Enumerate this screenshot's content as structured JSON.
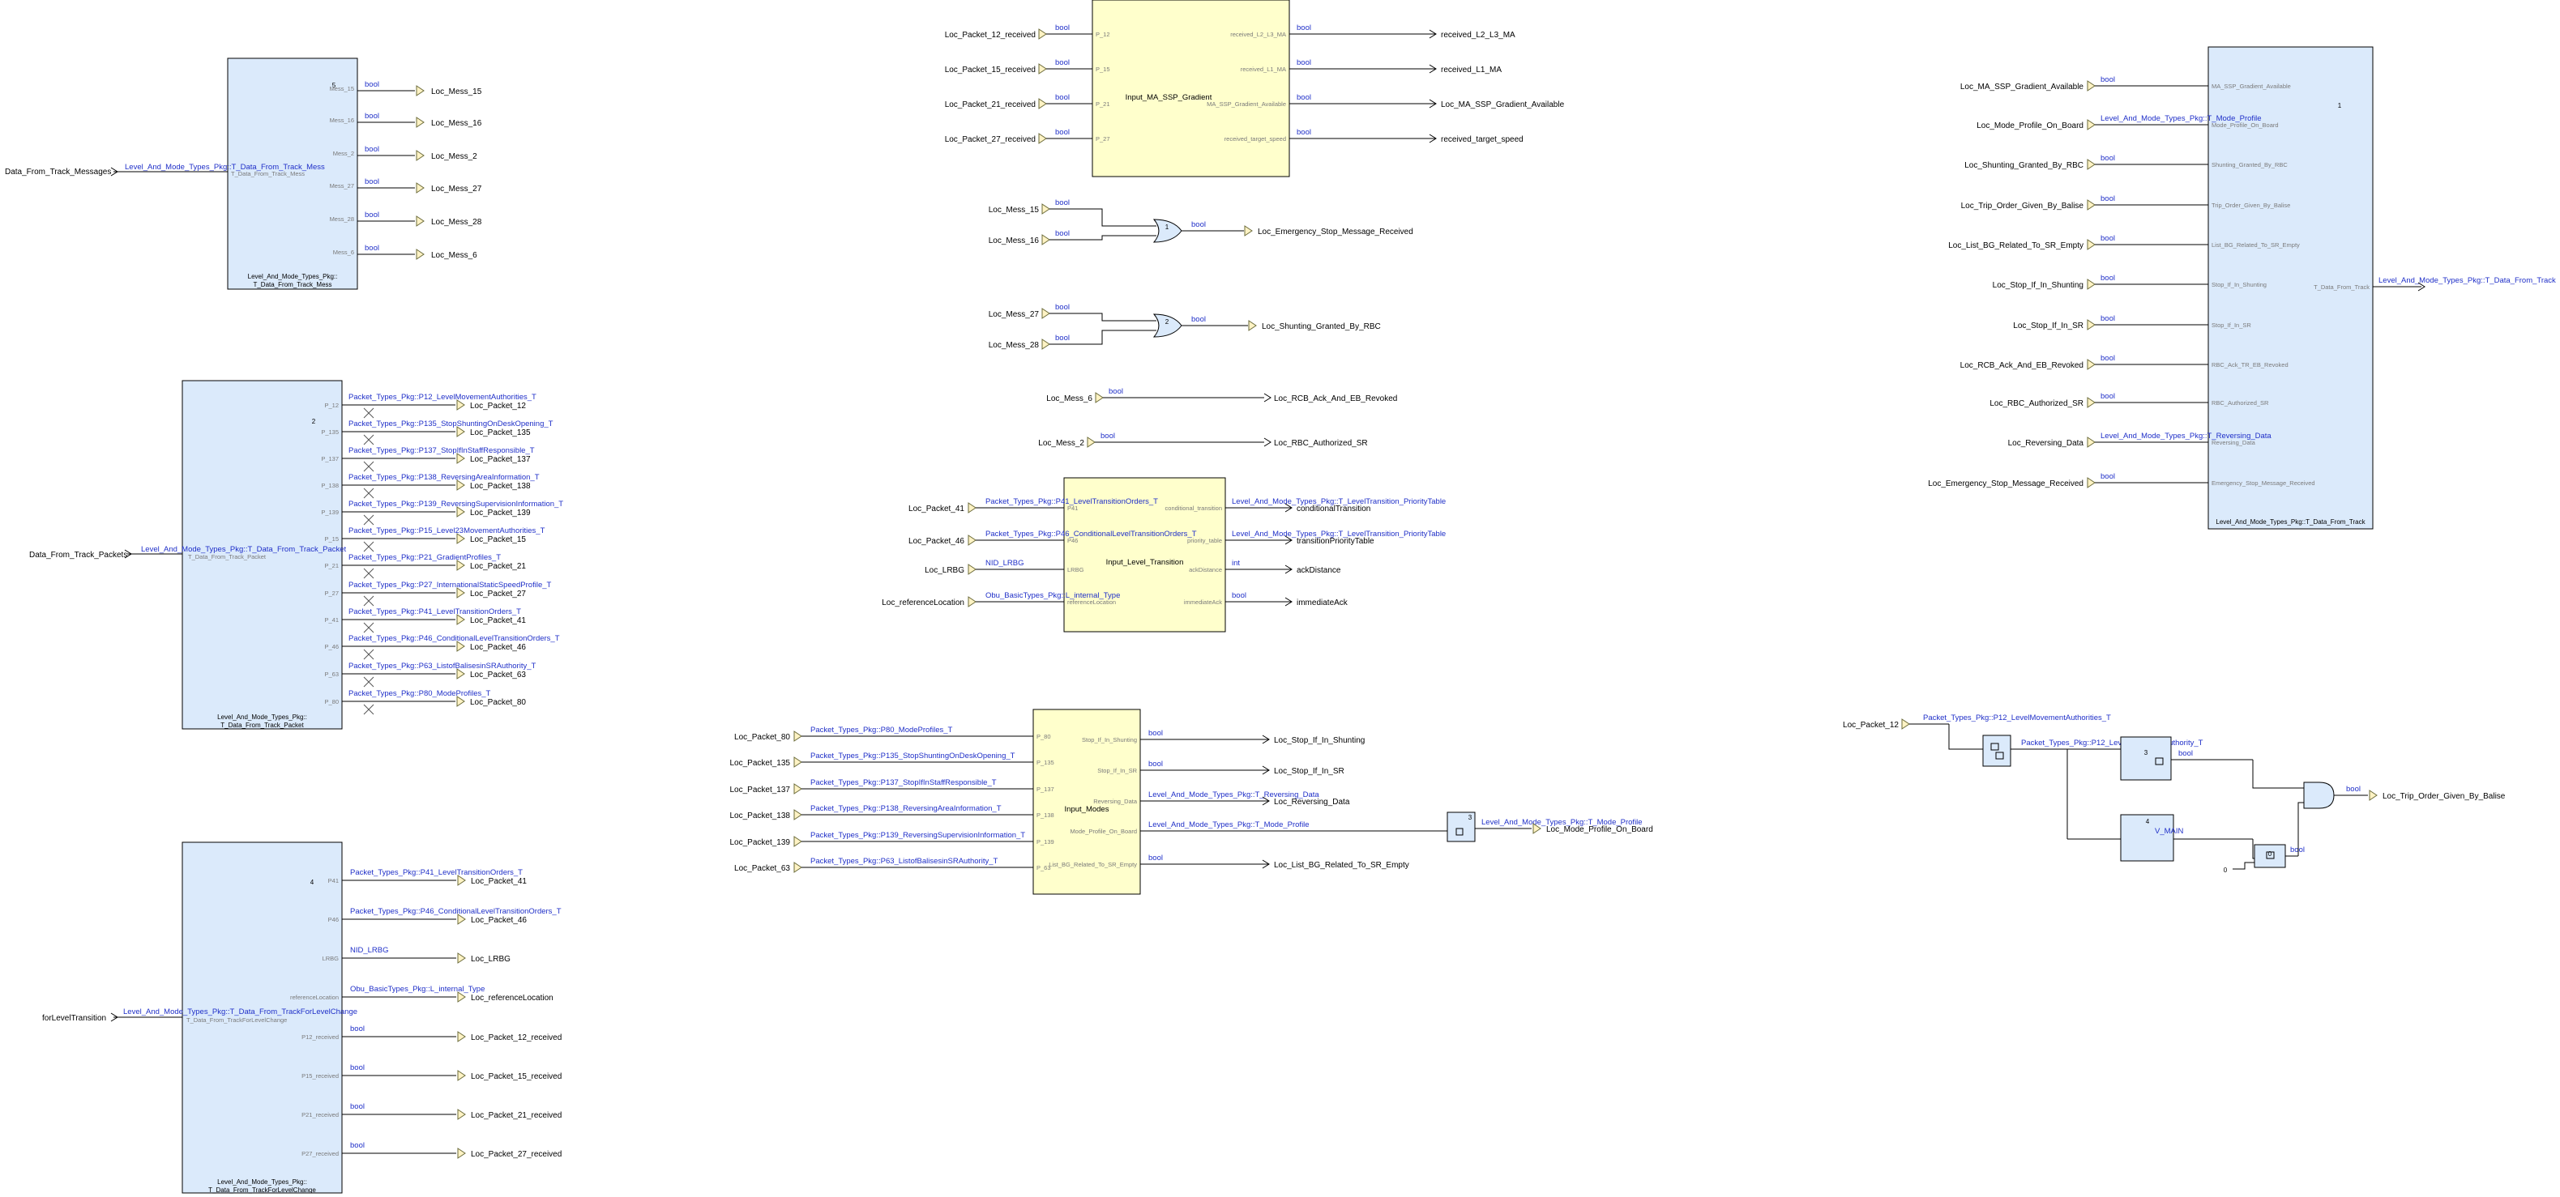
{
  "diagram": {
    "bus1": {
      "input": "Data_From_Track_Messages",
      "input_type": "Level_And_Mode_Types_Pkg::T_Data_From_Track_Mess",
      "input_port": "T_Data_From_Track_Mess",
      "block_id": "5",
      "caption_1": "Level_And_Mode_Types_Pkg::",
      "caption_2": "T_Data_From_Track_Mess",
      "outputs": [
        {
          "port": "Mess_15",
          "type": "bool",
          "target": "Loc_Mess_15"
        },
        {
          "port": "Mess_16",
          "type": "bool",
          "target": "Loc_Mess_16"
        },
        {
          "port": "Mess_2",
          "type": "bool",
          "target": "Loc_Mess_2"
        },
        {
          "port": "Mess_27",
          "type": "bool",
          "target": "Loc_Mess_27"
        },
        {
          "port": "Mess_28",
          "type": "bool",
          "target": "Loc_Mess_28"
        },
        {
          "port": "Mess_6",
          "type": "bool",
          "target": "Loc_Mess_6"
        }
      ]
    },
    "bus2": {
      "input": "Data_From_Track_Packets",
      "input_type": "Level_And_Mode_Types_Pkg::T_Data_From_Track_Packet",
      "input_port": "T_Data_From_Track_Packet",
      "block_id": "2",
      "caption_1": "Level_And_Mode_Types_Pkg::",
      "caption_2": "T_Data_From_Track_Packet",
      "outputs": [
        {
          "port": "P_12",
          "type": "Packet_Types_Pkg::P12_LevelMovementAuthorities_T",
          "target": "Loc_Packet_12"
        },
        {
          "port": "P_135",
          "type": "Packet_Types_Pkg::P135_StopShuntingOnDeskOpening_T",
          "target": "Loc_Packet_135"
        },
        {
          "port": "P_137",
          "type": "Packet_Types_Pkg::P137_StopIfInStaffResponsible_T",
          "target": "Loc_Packet_137"
        },
        {
          "port": "P_138",
          "type": "Packet_Types_Pkg::P138_ReversingAreaInformation_T",
          "target": "Loc_Packet_138"
        },
        {
          "port": "P_139",
          "type": "Packet_Types_Pkg::P139_ReversingSupervisionInformation_T",
          "target": "Loc_Packet_139"
        },
        {
          "port": "P_15",
          "type": "Packet_Types_Pkg::P15_Level23MovementAuthorities_T",
          "target": "Loc_Packet_15"
        },
        {
          "port": "P_21",
          "type": "Packet_Types_Pkg::P21_GradientProfiles_T",
          "target": "Loc_Packet_21"
        },
        {
          "port": "P_27",
          "type": "Packet_Types_Pkg::P27_InternationalStaticSpeedProfile_T",
          "target": "Loc_Packet_27"
        },
        {
          "port": "P_41",
          "type": "Packet_Types_Pkg::P41_LevelTransitionOrders_T",
          "target": "Loc_Packet_41"
        },
        {
          "port": "P_46",
          "type": "Packet_Types_Pkg::P46_ConditionalLevelTransitionOrders_T",
          "target": "Loc_Packet_46"
        },
        {
          "port": "P_63",
          "type": "Packet_Types_Pkg::P63_ListofBalisesinSRAuthority_T",
          "target": "Loc_Packet_63"
        },
        {
          "port": "P_80",
          "type": "Packet_Types_Pkg::P80_ModeProfiles_T",
          "target": "Loc_Packet_80"
        }
      ]
    },
    "bus3": {
      "input": "forLevelTransition",
      "input_type": "Level_And_Mode_Types_Pkg::T_Data_From_TrackForLevelChange",
      "input_port": "T_Data_From_TrackForLevelChange",
      "block_id": "4",
      "caption_1": "Level_And_Mode_Types_Pkg::",
      "caption_2": "T_Data_From_TrackForLevelChange",
      "outputs": [
        {
          "port": "P41",
          "type": "Packet_Types_Pkg::P41_LevelTransitionOrders_T",
          "target": "Loc_Packet_41"
        },
        {
          "port": "P46",
          "type": "Packet_Types_Pkg::P46_ConditionalLevelTransitionOrders_T",
          "target": "Loc_Packet_46"
        },
        {
          "port": "LRBG",
          "type": "NID_LRBG",
          "target": "Loc_LRBG"
        },
        {
          "port": "referenceLocation",
          "type": "Obu_BasicTypes_Pkg::L_internal_Type",
          "target": "Loc_referenceLocation"
        },
        {
          "port": "P12_received",
          "type": "bool",
          "target": "Loc_Packet_12_received"
        },
        {
          "port": "P15_received",
          "type": "bool",
          "target": "Loc_Packet_15_received"
        },
        {
          "port": "P21_received",
          "type": "bool",
          "target": "Loc_Packet_21_received"
        },
        {
          "port": "P27_received",
          "type": "bool",
          "target": "Loc_Packet_27_received"
        }
      ]
    },
    "gradient": {
      "name": "Input_MA_SSP_Gradient",
      "inputs": [
        {
          "src": "Loc_Packet_12_received",
          "type": "bool",
          "port": "P_12"
        },
        {
          "src": "Loc_Packet_15_received",
          "type": "bool",
          "port": "P_15"
        },
        {
          "src": "Loc_Packet_21_received",
          "type": "bool",
          "port": "P_21"
        },
        {
          "src": "Loc_Packet_27_received",
          "type": "bool",
          "port": "P_27"
        }
      ],
      "outputs": [
        {
          "port": "received_L2_L3_MA",
          "type": "bool",
          "target": "received_L2_L3_MA"
        },
        {
          "port": "received_L1_MA",
          "type": "bool",
          "target": "received_L1_MA"
        },
        {
          "port": "MA_SSP_Gradient_Available",
          "type": "bool",
          "target": "Loc_MA_SSP_Gradient_Available"
        },
        {
          "port": "received_target_speed",
          "type": "bool",
          "target": "received_target_speed"
        }
      ]
    },
    "or1": {
      "in1": "Loc_Mess_15",
      "in2": "Loc_Mess_16",
      "in_type": "bool",
      "out_type": "bool",
      "target": "Loc_Emergency_Stop_Message_Received",
      "id": "1"
    },
    "or2": {
      "in1": "Loc_Mess_27",
      "in2": "Loc_Mess_28",
      "in_type": "bool",
      "out_type": "bool",
      "target": "Loc_Shunting_Granted_By_RBC",
      "id": "2"
    },
    "direct1": {
      "src": "Loc_Mess_6",
      "type": "bool",
      "target": "Loc_RCB_Ack_And_EB_Revoked"
    },
    "direct2": {
      "src": "Loc_Mess_2",
      "type": "bool",
      "target": "Loc_RBC_Authorized_SR"
    },
    "level_transition": {
      "name": "Input_Level_Transition",
      "inputs": [
        {
          "src": "Loc_Packet_41",
          "type": "Packet_Types_Pkg::P41_LevelTransitionOrders_T",
          "port": "P41"
        },
        {
          "src": "Loc_Packet_46",
          "type": "Packet_Types_Pkg::P46_ConditionalLevelTransitionOrders_T",
          "port": "P46"
        },
        {
          "src": "Loc_LRBG",
          "type": "NID_LRBG",
          "port": "LRBG"
        },
        {
          "src": "Loc_referenceLocation",
          "type": "Obu_BasicTypes_Pkg::L_internal_Type",
          "port": "referenceLocation"
        }
      ],
      "outputs": [
        {
          "port": "conditional_transition",
          "type": "Level_And_Mode_Types_Pkg::T_LevelTransition_PriorityTable",
          "target": "conditionalTransition"
        },
        {
          "port": "priority_table",
          "type": "Level_And_Mode_Types_Pkg::T_LevelTransition_PriorityTable",
          "target": "transitionPriorityTable"
        },
        {
          "port": "ackDistance",
          "type": "int",
          "target": "ackDistance"
        },
        {
          "port": "immediateAck",
          "type": "bool",
          "target": "immediateAck"
        }
      ]
    },
    "modes": {
      "name": "Input_Modes",
      "inputs": [
        {
          "src": "Loc_Packet_80",
          "type": "Packet_Types_Pkg::P80_ModeProfiles_T",
          "port": "P_80"
        },
        {
          "src": "Loc_Packet_135",
          "type": "Packet_Types_Pkg::P135_StopShuntingOnDeskOpening_T",
          "port": "P_135"
        },
        {
          "src": "Loc_Packet_137",
          "type": "Packet_Types_Pkg::P137_StopIfInStaffResponsible_T",
          "port": "P_137"
        },
        {
          "src": "Loc_Packet_138",
          "type": "Packet_Types_Pkg::P138_ReversingAreaInformation_T",
          "port": "P_138"
        },
        {
          "src": "Loc_Packet_139",
          "type": "Packet_Types_Pkg::P139_ReversingSupervisionInformation_T",
          "port": "P_139"
        },
        {
          "src": "Loc_Packet_63",
          "type": "Packet_Types_Pkg::P63_ListofBalisesinSRAuthority_T",
          "port": "P_63"
        }
      ],
      "outputs": [
        {
          "port": "Stop_If_In_Shunting",
          "type": "bool",
          "target": "Loc_Stop_If_In_Shunting"
        },
        {
          "port": "Stop_If_In_SR",
          "type": "bool",
          "target": "Loc_Stop_If_In_SR"
        },
        {
          "port": "Reversing_Data",
          "type": "Level_And_Mode_Types_Pkg::T_Reversing_Data",
          "target": "Loc_Reversing_Data"
        },
        {
          "port": "Mode_Profile_On_Board",
          "type": "Level_And_Mode_Types_Pkg::T_Mode_Profile",
          "target": ""
        },
        {
          "port": "List_BG_Related_To_SR_Empty",
          "type": "bool",
          "target": "Loc_List_BG_Related_To_SR_Empty"
        }
      ],
      "mode_block_id": "3",
      "mode_out_type": "Level_And_Mode_Types_Pkg::T_Mode_Profile",
      "mode_target": "Loc_Mode_Profile_On_Board"
    },
    "trip_logic": {
      "src": "Loc_Packet_12",
      "src_type": "Packet_Types_Pkg::P12_LevelMovementAuthorities_T",
      "mid_type": "Packet_Types_Pkg::P12_LevelMovementAuthority_T",
      "proj_id": "3",
      "const_label": "V_MAIN",
      "const_id": "4",
      "zero": "0",
      "cmp_type": "bool",
      "or_type": "bool",
      "target": "Loc_Trip_Order_Given_By_Balise"
    },
    "bus_out": {
      "block_id": "1",
      "caption": "Level_And_Mode_Types_Pkg::T_Data_From_Track",
      "out_port": "T_Data_From_Track",
      "out_type": "Level_And_Mode_Types_Pkg::T_Data_From_Track",
      "inputs": [
        {
          "src": "Loc_MA_SSP_Gradient_Available",
          "type": "bool",
          "port": "MA_SSP_Gradient_Available"
        },
        {
          "src": "Loc_Mode_Profile_On_Board",
          "type": "Level_And_Mode_Types_Pkg::T_Mode_Profile",
          "port": "Mode_Profile_On_Board"
        },
        {
          "src": "Loc_Shunting_Granted_By_RBC",
          "type": "bool",
          "port": "Shunting_Granted_By_RBC"
        },
        {
          "src": "Loc_Trip_Order_Given_By_Balise",
          "type": "bool",
          "port": "Trip_Order_Given_By_Balise"
        },
        {
          "src": "Loc_List_BG_Related_To_SR_Empty",
          "type": "bool",
          "port": "List_BG_Related_To_SR_Empty"
        },
        {
          "src": "Loc_Stop_If_In_Shunting",
          "type": "bool",
          "port": "Stop_If_In_Shunting"
        },
        {
          "src": "Loc_Stop_If_In_SR",
          "type": "bool",
          "port": "Stop_If_In_SR"
        },
        {
          "src": "Loc_RCB_Ack_And_EB_Revoked",
          "type": "bool",
          "port": "RBC_Ack_TR_EB_Revoked"
        },
        {
          "src": "Loc_RBC_Authorized_SR",
          "type": "bool",
          "port": "RBC_Authorized_SR"
        },
        {
          "src": "Loc_Reversing_Data",
          "type": "Level_And_Mode_Types_Pkg::T_Reversing_Data",
          "port": "Reversing_Data"
        },
        {
          "src": "Loc_Emergency_Stop_Message_Received",
          "type": "bool",
          "port": "Emergency_Stop_Message_Received"
        }
      ]
    }
  }
}
